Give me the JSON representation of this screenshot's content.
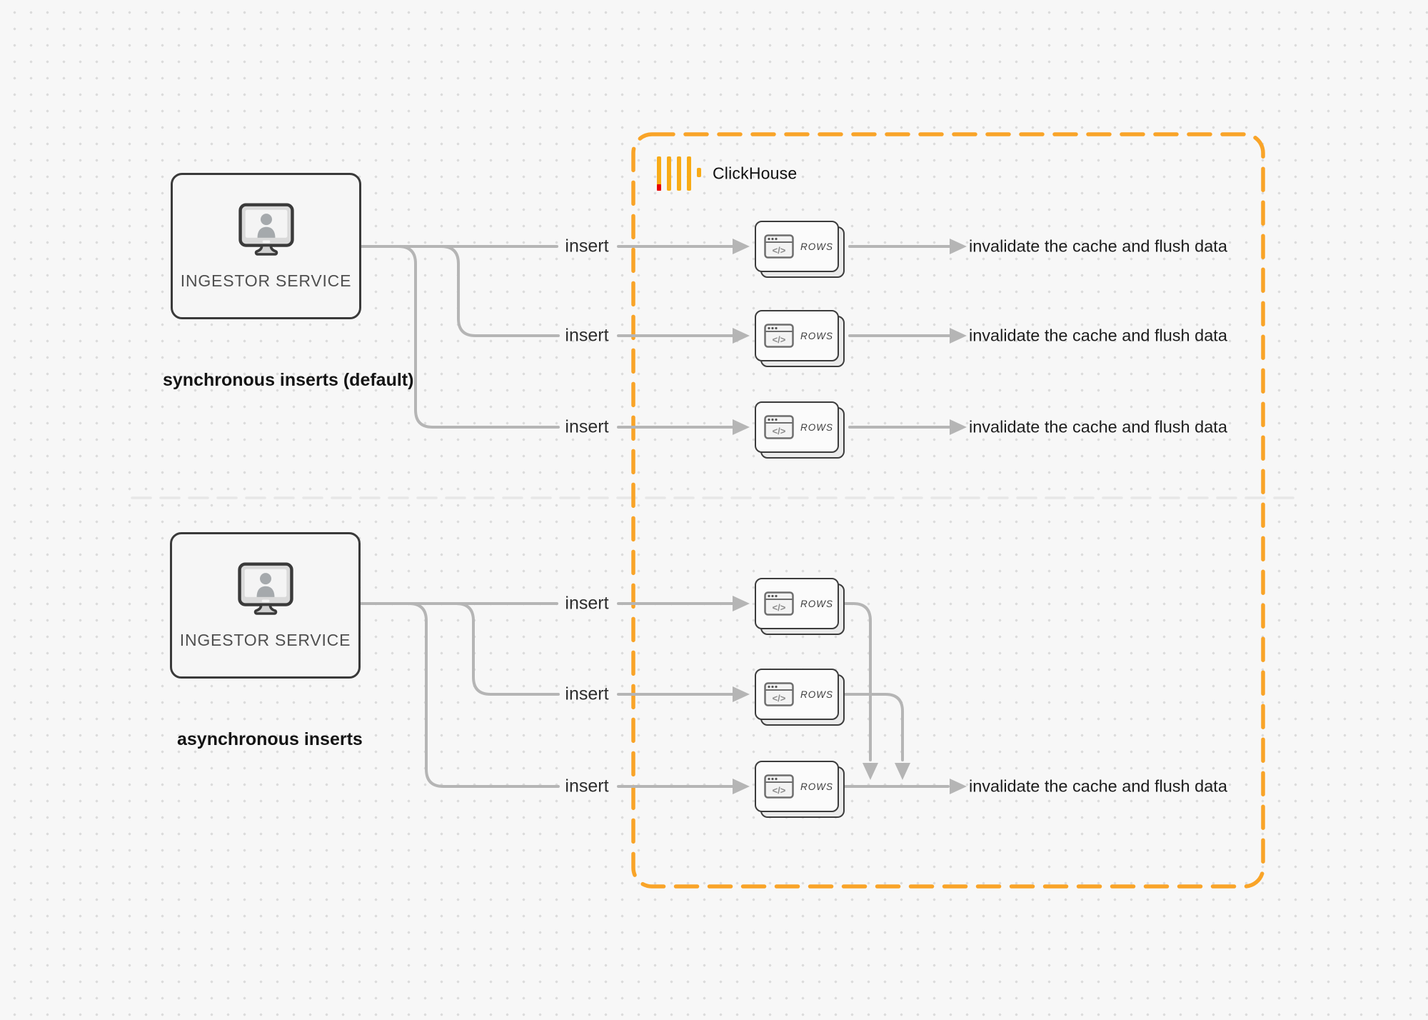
{
  "brand": {
    "name": "ClickHouse"
  },
  "sync_section": {
    "caption": "synchronous inserts (default)",
    "source": {
      "label": "INGESTOR SERVICE"
    },
    "rows": [
      {
        "insert": "insert",
        "card": "ROWS",
        "result": "invalidate the cache and flush data"
      },
      {
        "insert": "insert",
        "card": "ROWS",
        "result": "invalidate the cache and flush data"
      },
      {
        "insert": "insert",
        "card": "ROWS",
        "result": "invalidate the cache and flush data"
      }
    ]
  },
  "async_section": {
    "caption": "asynchronous inserts",
    "source": {
      "label": "INGESTOR SERVICE"
    },
    "rows": [
      {
        "insert": "insert",
        "card": "ROWS"
      },
      {
        "insert": "insert",
        "card": "ROWS"
      },
      {
        "insert": "insert",
        "card": "ROWS"
      }
    ],
    "result": "invalidate the cache and flush data"
  },
  "icons": {
    "code_window_glyph": "</>"
  },
  "colors": {
    "accent_orange": "#F9A428",
    "logo_amber": "#F8AB17",
    "logo_red": "#E60000",
    "connector_gray": "#b5b5b5",
    "dark_border": "#3c3c3c",
    "divider_gray": "#e7e7e7"
  }
}
